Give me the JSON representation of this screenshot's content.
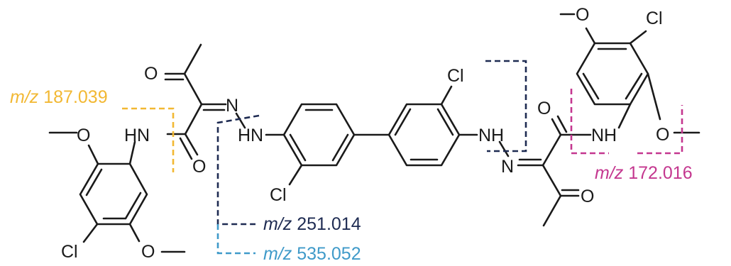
{
  "atoms": {
    "o_top_left": "O",
    "n_azo_left": "N",
    "hn_left": "HN",
    "o_amide_left": "O",
    "o_methoxy_left": "O",
    "cl_left_ring": "Cl",
    "o_methoxy_left_bottom": "O",
    "hn_biphenyl_left": "HN",
    "cl_biphenyl_left": "Cl",
    "cl_biphenyl_right": "Cl",
    "nh_biphenyl_right": "NH",
    "n_azo_right": "N",
    "o_carbonyl_right_bottom": "O",
    "o_amide_right": "O",
    "nh_right": "NH",
    "o_methoxy_right_top": "O",
    "cl_right_ring": "Cl",
    "o_methoxy_right": "O"
  },
  "fragments": [
    {
      "id": "frag-187",
      "prefix": "m/z",
      "mass": "187.039",
      "color": "#f2b833"
    },
    {
      "id": "frag-251",
      "prefix": "m/z",
      "mass": "251.014",
      "color": "#1e2b52"
    },
    {
      "id": "frag-535",
      "prefix": "m/z",
      "mass": "535.052",
      "color": "#3f9ac9"
    },
    {
      "id": "frag-172",
      "prefix": "m/z",
      "mass": "172.016",
      "color": "#c4378f"
    }
  ]
}
